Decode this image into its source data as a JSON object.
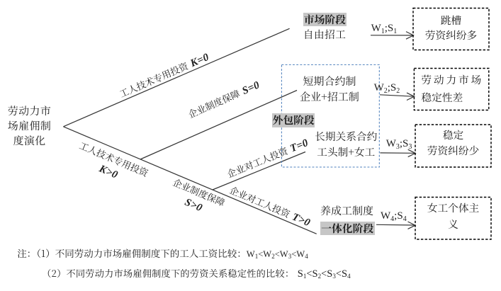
{
  "figure": {
    "root_label": {
      "line1": "劳动力市",
      "line2": "场雇佣制",
      "line3": "度演化"
    },
    "branch_labels": {
      "k0": {
        "zh": "工人技术专用投资",
        "math": "K=0"
      },
      "s0": {
        "zh": "企业制度保障",
        "math": "S=0"
      },
      "k1": {
        "zh": "工人技术专用投资",
        "math": "K>0"
      },
      "s1": {
        "zh": "企业制度保障",
        "math": "S>0"
      },
      "t0": {
        "zh": "企业对工人投资",
        "math": "T=0"
      },
      "t1": {
        "zh": "企业对工人投资",
        "math": "T>0"
      }
    },
    "stage_tags": {
      "market": "市场阶段",
      "outsourcing": "外包阶段",
      "integration": "一体化阶段"
    },
    "nodes": {
      "market": {
        "line1": "自由招工"
      },
      "short_contract": {
        "line1": "短期合约制",
        "line2": "企业+招工制"
      },
      "long_contract": {
        "line1": "长期关系合约",
        "line2": "工头制+女工"
      },
      "apprentice": {
        "line1": "养成工制度"
      }
    },
    "arrow_labels": {
      "a1": "W1;S1",
      "a2": "W2;S2",
      "a3": "W3;S3",
      "a4": "W4;S4"
    },
    "outcome_boxes": {
      "b1": {
        "line1": "跳槽",
        "line2": "劳资纠纷多"
      },
      "b2": {
        "line1": "劳动力市场",
        "line2": "稳定性差"
      },
      "b3": {
        "line1": "稳定",
        "line2": "劳资纠纷少"
      },
      "b4": {
        "line1": "女工个体主",
        "line2": "义"
      }
    },
    "notes": {
      "n1": {
        "prefix": "注：（1）不同劳动力市场雇佣制度下的工人工资比较：",
        "formula": "W1<W2<W3<W4"
      },
      "n2": {
        "prefix": "（2）不同劳动力市场雇佣制度下的劳资关系稳定性的比较：",
        "formula": "S1<S2<S3<S4"
      }
    },
    "colors": {
      "line": "#363636",
      "box_border": "#000000",
      "blue_dashed": "#4f81bd",
      "highlight": "#c6c6c6",
      "text": "#1f1f1f"
    }
  }
}
